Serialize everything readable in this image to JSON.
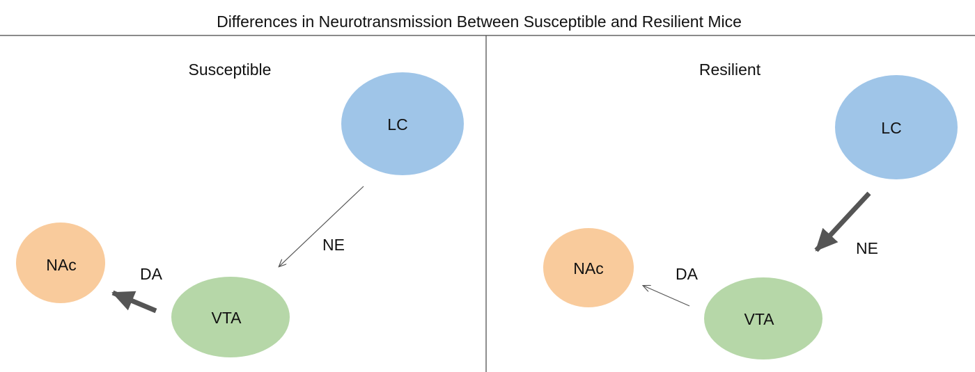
{
  "title": "Differences in Neurotransmission Between Susceptible and Resilient Mice",
  "colors": {
    "lc": "#9fc5e8",
    "vta": "#b6d7a8",
    "nac": "#f9cb9c",
    "arrow_thin": "#555555",
    "arrow_thick": "#555555",
    "rule": "#444444"
  },
  "panels": [
    {
      "title": "Susceptible",
      "nodes": {
        "lc": "LC",
        "vta": "VTA",
        "nac": "NAc"
      },
      "edges": [
        {
          "label": "NE",
          "from": "LC",
          "to": "VTA",
          "strength": "weak"
        },
        {
          "label": "DA",
          "from": "VTA",
          "to": "NAc",
          "strength": "strong"
        }
      ]
    },
    {
      "title": "Resilient",
      "nodes": {
        "lc": "LC",
        "vta": "VTA",
        "nac": "NAc"
      },
      "edges": [
        {
          "label": "NE",
          "from": "LC",
          "to": "VTA",
          "strength": "strong"
        },
        {
          "label": "DA",
          "from": "VTA",
          "to": "NAc",
          "strength": "weak"
        }
      ]
    }
  ]
}
